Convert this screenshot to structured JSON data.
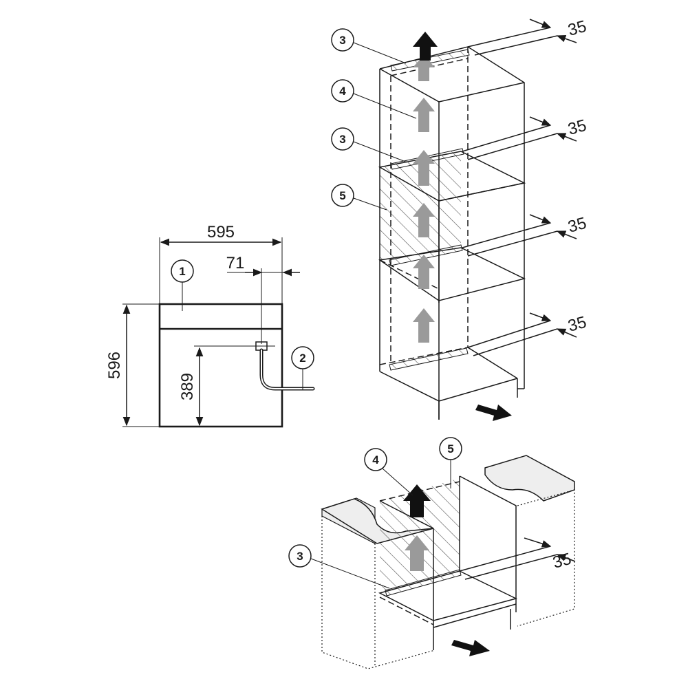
{
  "oven_front": {
    "width_label": "595",
    "height_label": "596",
    "offset_label": "71",
    "socket_height_label": "389",
    "callout_1": "1",
    "callout_2": "2"
  },
  "tall_cabinet": {
    "callouts": [
      "3",
      "4",
      "3",
      "5"
    ],
    "gap_labels": [
      "35",
      "35",
      "35",
      "35"
    ]
  },
  "base_cabinet": {
    "callouts": [
      "4",
      "5",
      "3"
    ],
    "gap_label": "35"
  },
  "colors": {
    "line": "#1a1a1a",
    "panel_fill": "#e6e6e6",
    "arrow_grey": "#9a9a9a",
    "arrow_black": "#111111"
  }
}
